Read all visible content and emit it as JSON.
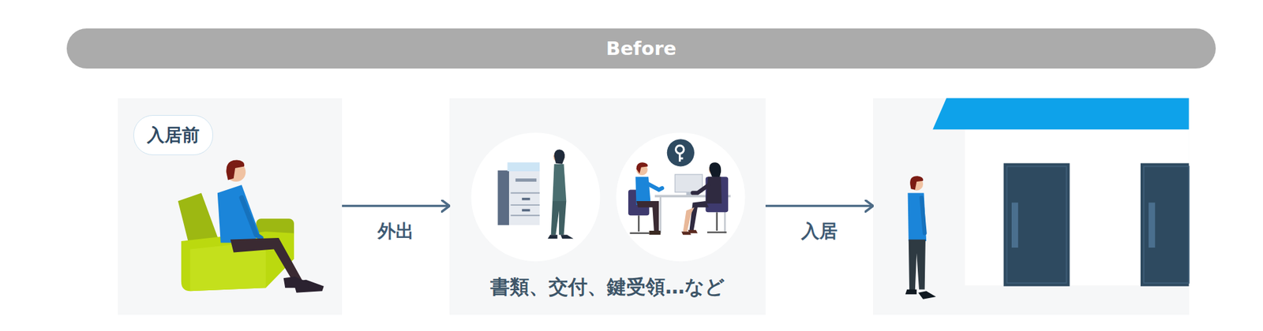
{
  "diagram": {
    "nodes": [
      {
        "text": [
          "Before"
        ]
      },
      {
        "text": [
          "入居前"
        ]
      },
      {
        "text": [
          "書類、交付、鍵受領…など"
        ]
      },
      {
        "text": []
      }
    ],
    "edges": [
      {
        "from": 1,
        "to": 2,
        "arrow": "to",
        "label": "外出"
      },
      {
        "from": 2,
        "to": 3,
        "arrow": "to",
        "label": "入居"
      }
    ]
  }
}
